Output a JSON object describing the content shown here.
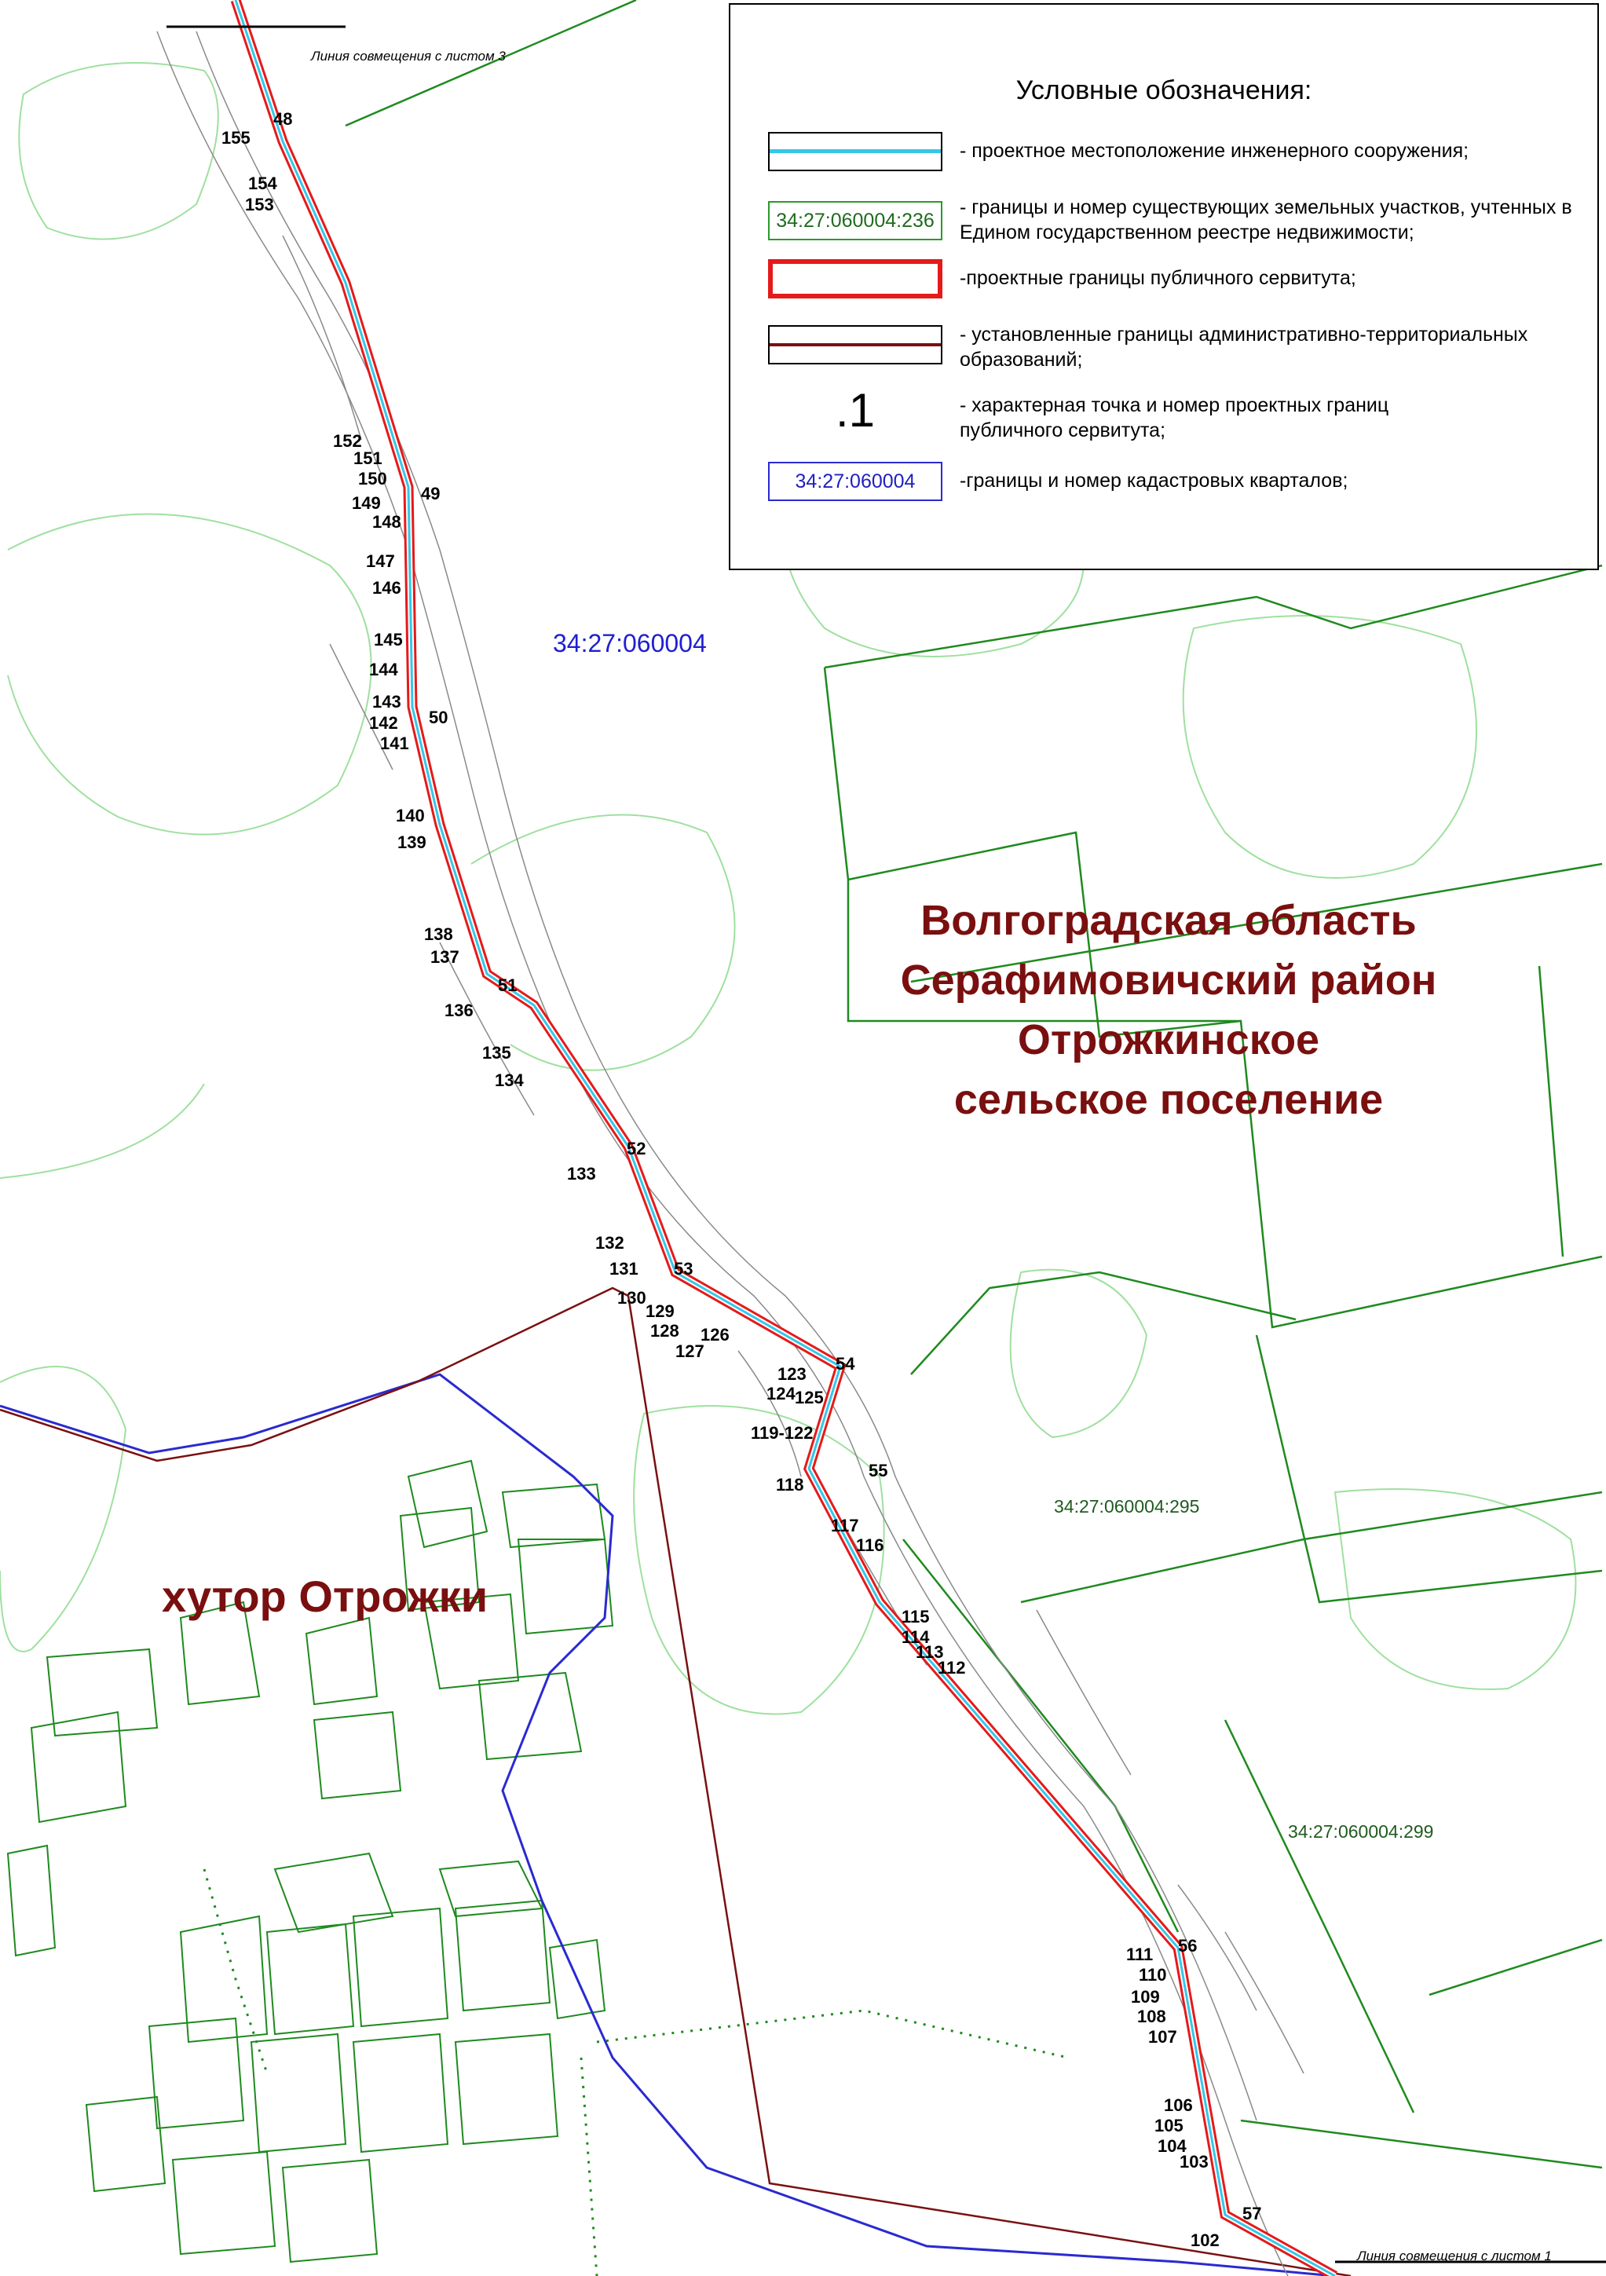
{
  "legend": {
    "title": "Условные обозначения:",
    "items": [
      {
        "symbol_text": "",
        "text": "- проектное местоположение инженерного сооружения;"
      },
      {
        "symbol_text": "34:27:060004:236",
        "text": "- границы и номер существующих земельных участков, учтенных в Едином государственном реестре недвижимости;"
      },
      {
        "symbol_text": "",
        "text": "-проектные границы публичного сервитута;"
      },
      {
        "symbol_text": "",
        "text": "- установленные границы административно-территориальных образований;"
      },
      {
        "symbol_text": ".1",
        "text": "- характерная точка и номер проектных границ публичного сервитута;"
      },
      {
        "symbol_text": "34:27:060004",
        "text": "-границы и номер кадастровых кварталов;"
      }
    ]
  },
  "map": {
    "sheet_top": "Линия совмещения с листом 3",
    "sheet_bottom": "Линия совмещения с листом 1",
    "quarter_number": "34:27:060004",
    "region_lines": [
      "Волгоградская область",
      "Серафимовичский район",
      "Отрожкинское",
      "сельское поселение"
    ],
    "village": "хутор Отрожки",
    "parcel_295": "34:27:060004:295",
    "parcel_299": "34:27:060004:299",
    "points": [
      "48",
      "155",
      "154",
      "153",
      "152",
      "151",
      "150",
      "149",
      "148",
      "49",
      "147",
      "146",
      "145",
      "144",
      "143",
      "142",
      "141",
      "50",
      "140",
      "139",
      "138",
      "137",
      "51",
      "136",
      "135",
      "134",
      "52",
      "133",
      "132",
      "131",
      "53",
      "130",
      "129",
      "128",
      "127",
      "126",
      "54",
      "123",
      "124",
      "125",
      "119-122",
      "55",
      "118",
      "117",
      "116",
      "115",
      "114",
      "113",
      "112",
      "56",
      "111",
      "110",
      "109",
      "108",
      "107",
      "106",
      "105",
      "104",
      "103",
      "57",
      "102"
    ]
  },
  "colors": {
    "route": "#e51a1a",
    "engineering": "#36c7e8",
    "parcel": "#2a9a2a",
    "admin": "#7a1010",
    "quarter": "#2a2ad0",
    "region_text": "#7a0f0f"
  }
}
